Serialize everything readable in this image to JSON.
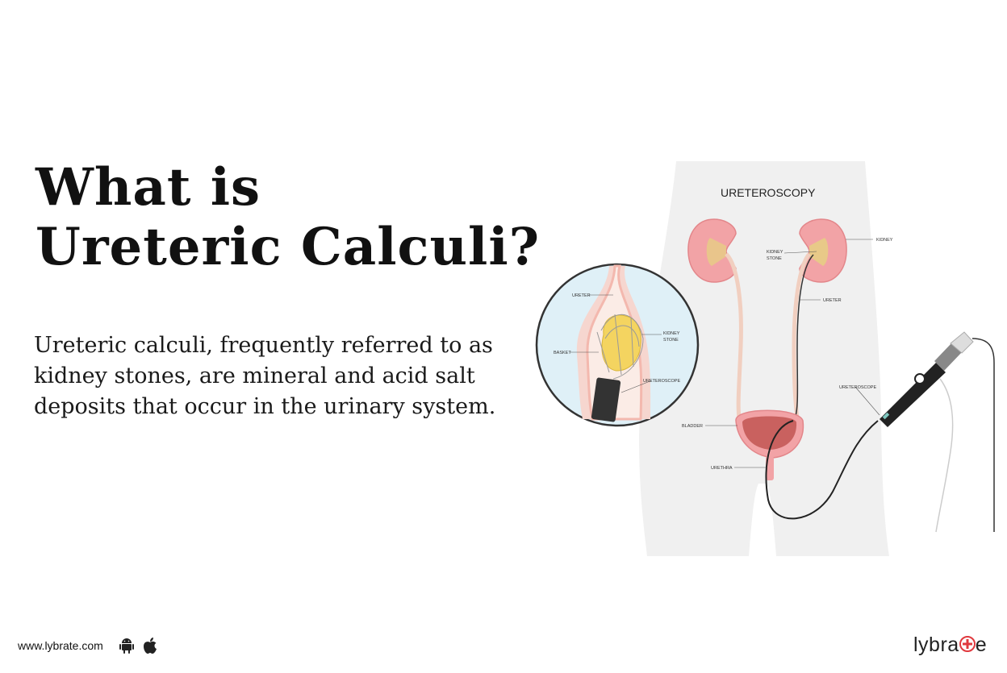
{
  "heading": {
    "line1": "What is",
    "line2": "Ureteric Calculi?"
  },
  "description": "Ureteric calculi, frequently referred to as kidney stones, are mineral and acid salt deposits that occur in the urinary system.",
  "diagram": {
    "title": "URETEROSCOPY",
    "labels": {
      "kidney": "KIDNEY",
      "kidney_stone_line1": "KIDNEY",
      "kidney_stone_line2": "STONE",
      "ureter": "URETER",
      "ureteroscope": "URETEROSCOPE",
      "bladder": "BLADDER",
      "urethra": "URETHRA"
    },
    "inset_labels": {
      "ureter": "URETER",
      "basket": "BASKET",
      "kidney_stone_line1": "KIDNEY",
      "kidney_stone_line2": "STONE",
      "ureteroscope": "URETEROSCOPE"
    }
  },
  "footer": {
    "url": "www.lybrate.com",
    "logo_before": "lybra",
    "logo_after": "e"
  },
  "colors": {
    "kidney": "#f2a3a6",
    "bladder": "#c9615f",
    "stone": "#e8c988",
    "inset_bg": "#dff0f7",
    "body": "#f0f0f0",
    "logo_plus": "#e0393e"
  },
  "icons": [
    "android-icon",
    "apple-icon",
    "plus-icon"
  ]
}
